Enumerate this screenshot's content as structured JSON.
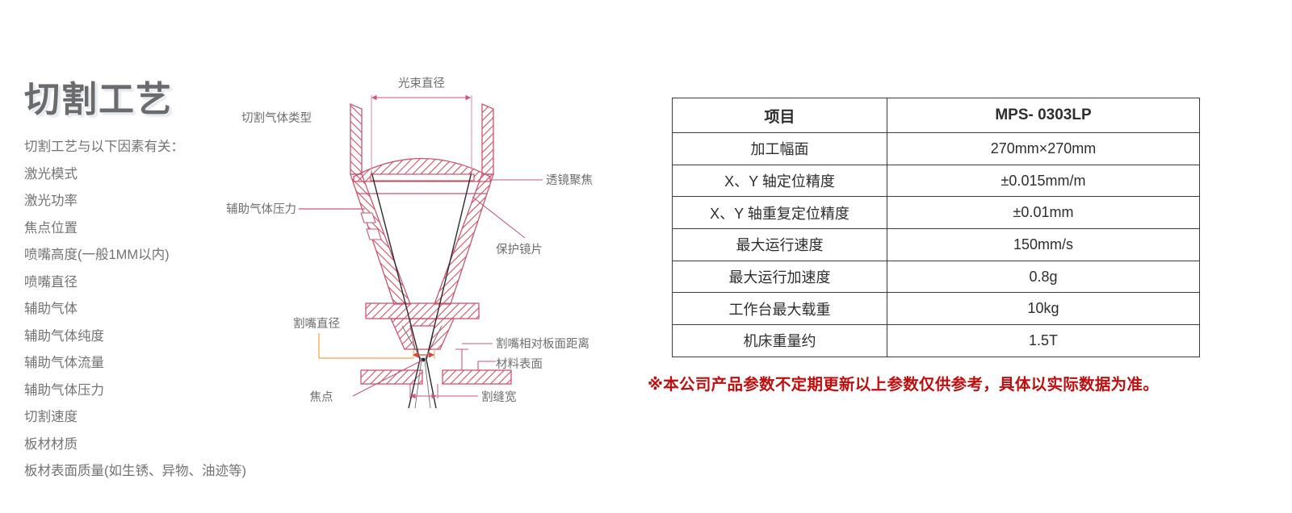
{
  "page": {
    "title": "切割工艺",
    "intro": "切割工艺与以下因素有关："
  },
  "factors": [
    "激光模式",
    "激光功率",
    "焦点位置",
    "喷嘴高度(一般1MM以内)",
    "喷嘴直径",
    "辅助气体",
    "辅助气体纯度",
    "辅助气体流量",
    "辅助气体压力",
    "切割速度",
    "板材材质",
    "板材表面质量(如生锈、异物、油迹等)"
  ],
  "diagram": {
    "name": "laser-cutting-head-cross-section",
    "labels": {
      "beam_diameter": "光束直径",
      "cutting_gas_type": "切割气体类型",
      "lens_focus": "透镜聚焦",
      "assist_gas_pressure": "辅助气体压力",
      "protective_lens": "保护镜片",
      "nozzle_diameter": "割嘴直径",
      "nozzle_to_plate_distance": "割嘴相对板面距离",
      "material_surface": "材料表面",
      "focus_point": "焦点",
      "kerf_width": "割缝宽"
    },
    "colors": {
      "hatch": "#d6485f",
      "outline": "#c8566f",
      "dimension": "#c9577a",
      "orange_dimension": "#f0a04b",
      "beam": "#2b2b2b",
      "label_text": "#6f6f6f"
    }
  },
  "spec_table": {
    "headers": [
      "项目",
      "MPS- 0303LP"
    ],
    "rows": [
      [
        "加工幅面",
        "270mm×270mm"
      ],
      [
        "X、Y 轴定位精度",
        "±0.015mm/m"
      ],
      [
        "X、Y 轴重复定位精度",
        "±0.01mm"
      ],
      [
        "最大运行速度",
        "150mm/s"
      ],
      [
        "最大运行加速度",
        "0.8g"
      ],
      [
        "工作台最大载重",
        "10kg"
      ],
      [
        "机床重量约",
        "1.5T"
      ]
    ]
  },
  "note": {
    "text": "※本公司产品参数不定期更新以上参数仅供参考，具体以实际数据为准。",
    "color": "#c00d0d"
  }
}
